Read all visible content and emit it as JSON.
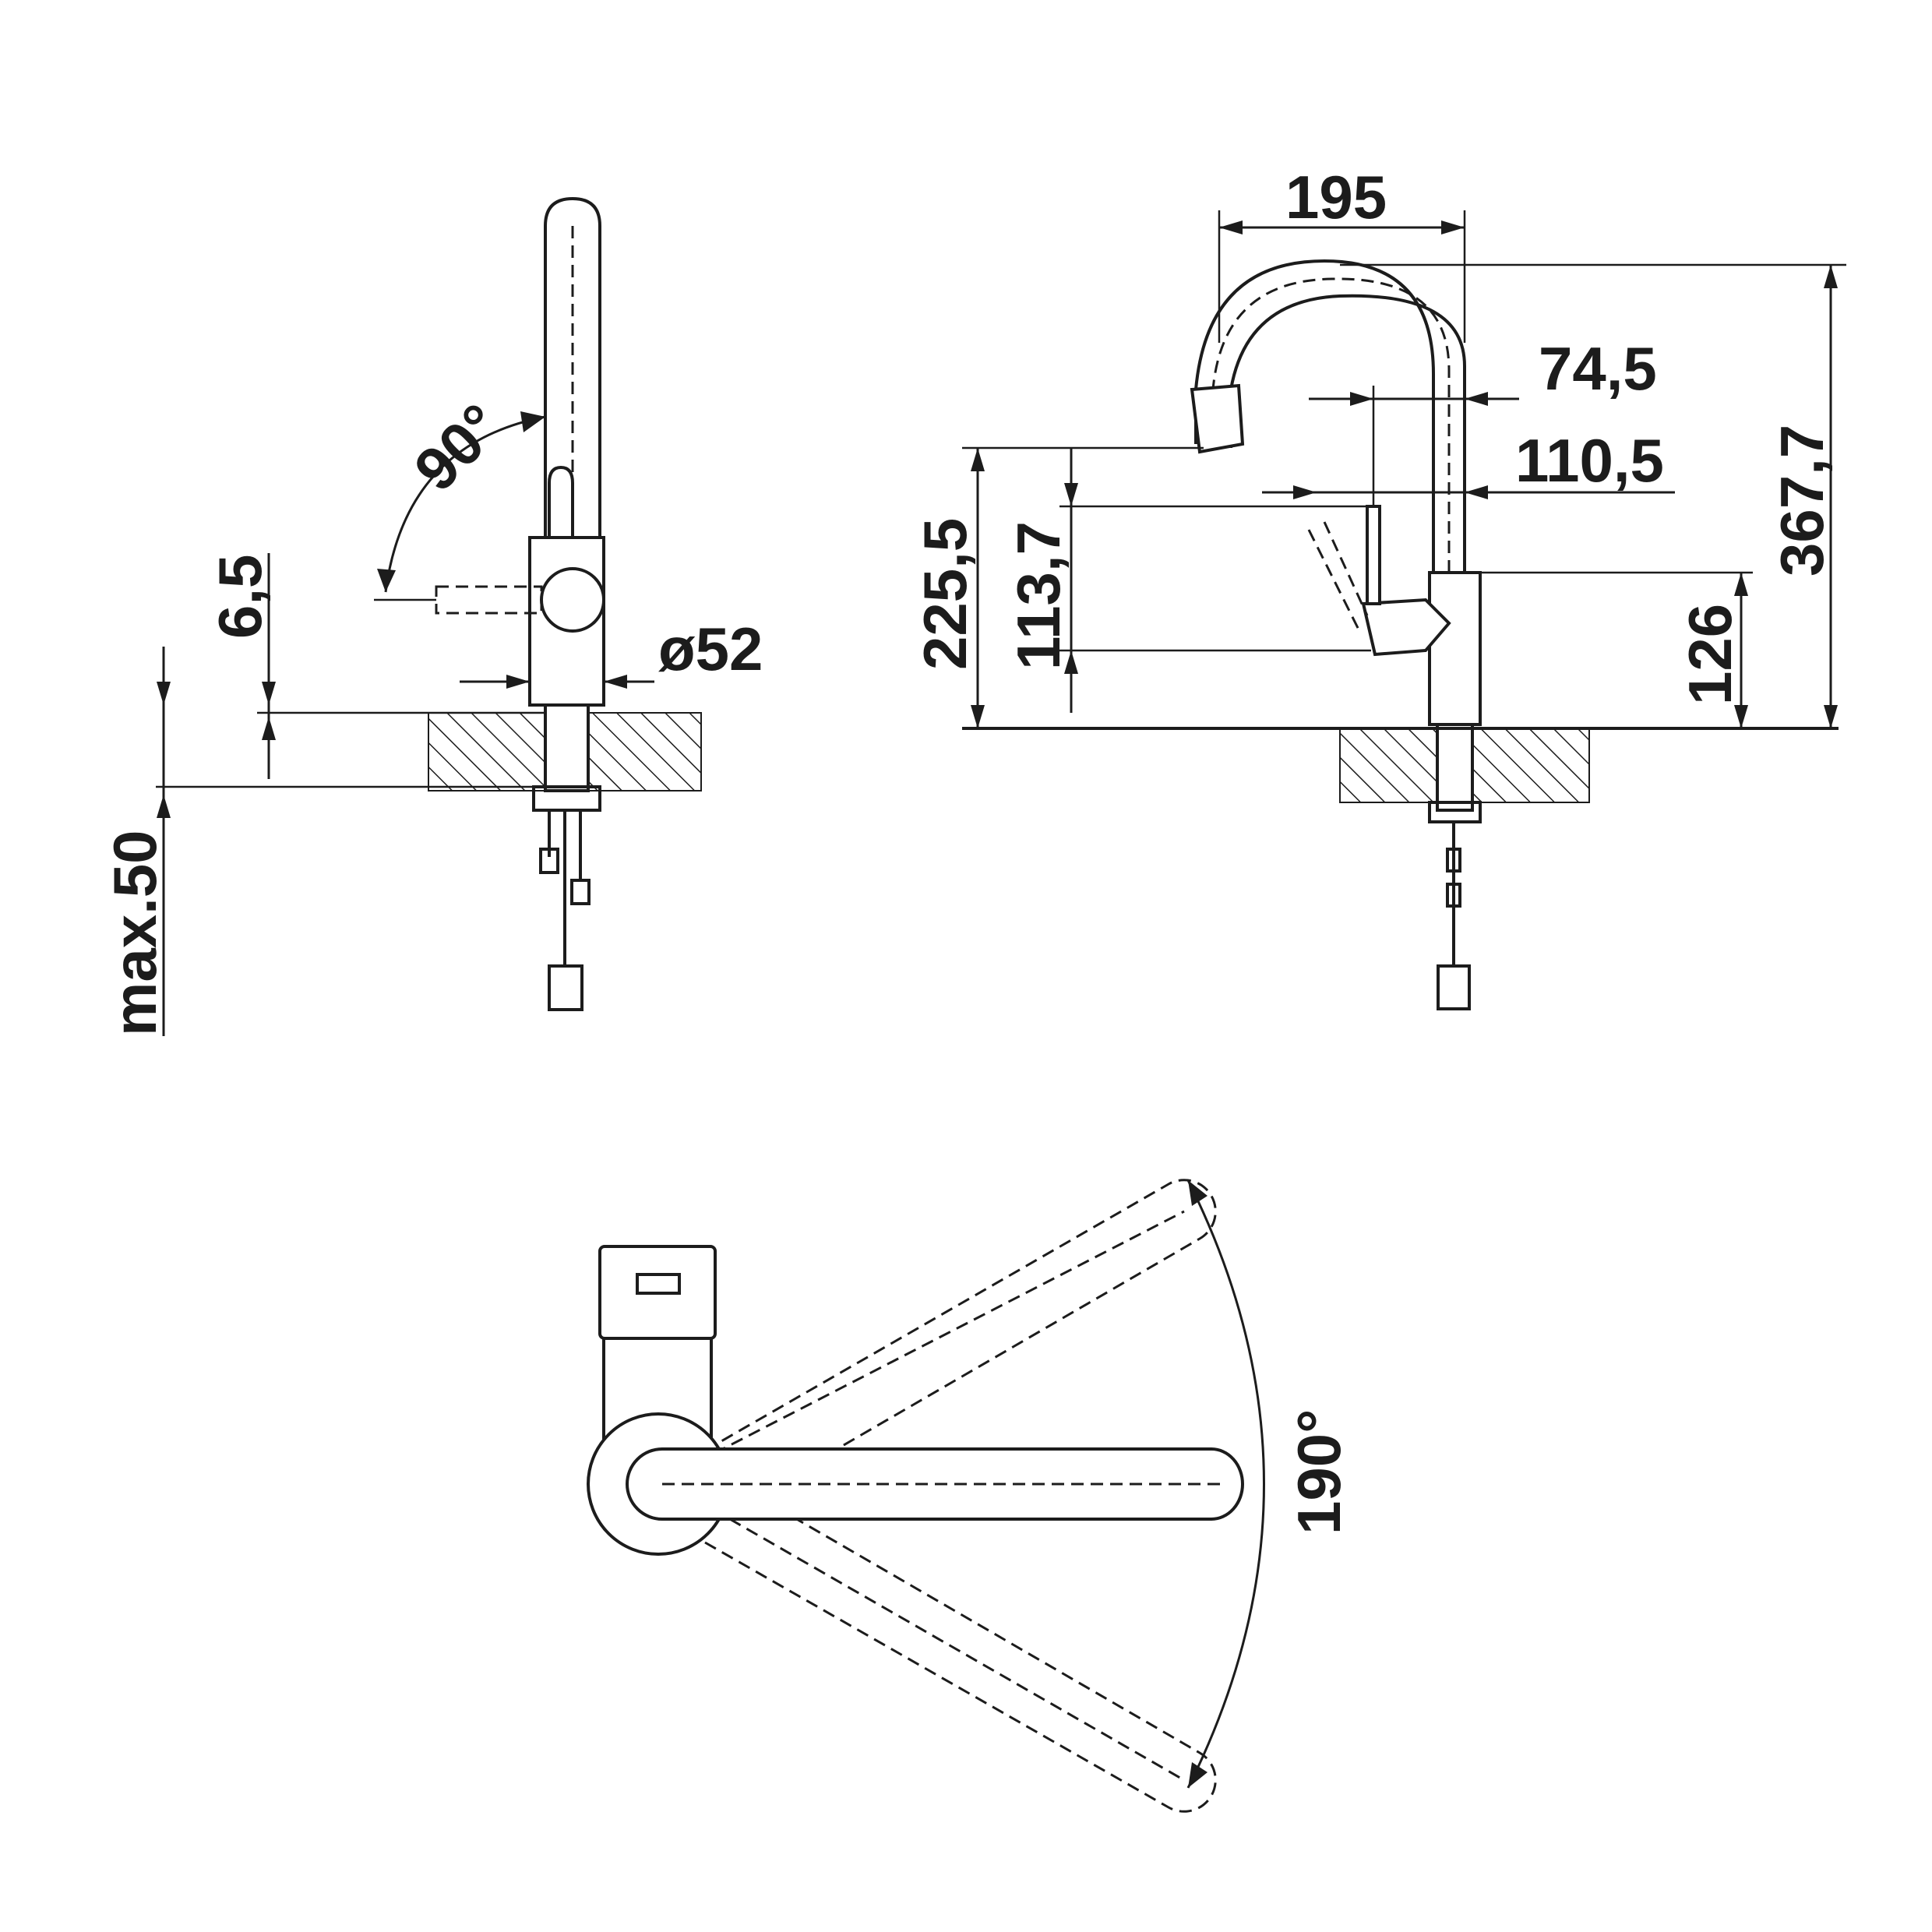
{
  "dimensions": {
    "angle_lever": "90°",
    "deck_gap": "6,5",
    "base_diameter": "ø52",
    "max_deck_thickness": "max.50",
    "spout_reach": "195",
    "lever_reach": "74,5",
    "lever_offset": "110,5",
    "spout_height": "225,5",
    "lever_height": "113,7",
    "overall_height": "367,7",
    "body_height": "126",
    "swivel_angle": "190°"
  },
  "colors": {
    "line": "#1c1c1c",
    "background": "#ffffff"
  }
}
